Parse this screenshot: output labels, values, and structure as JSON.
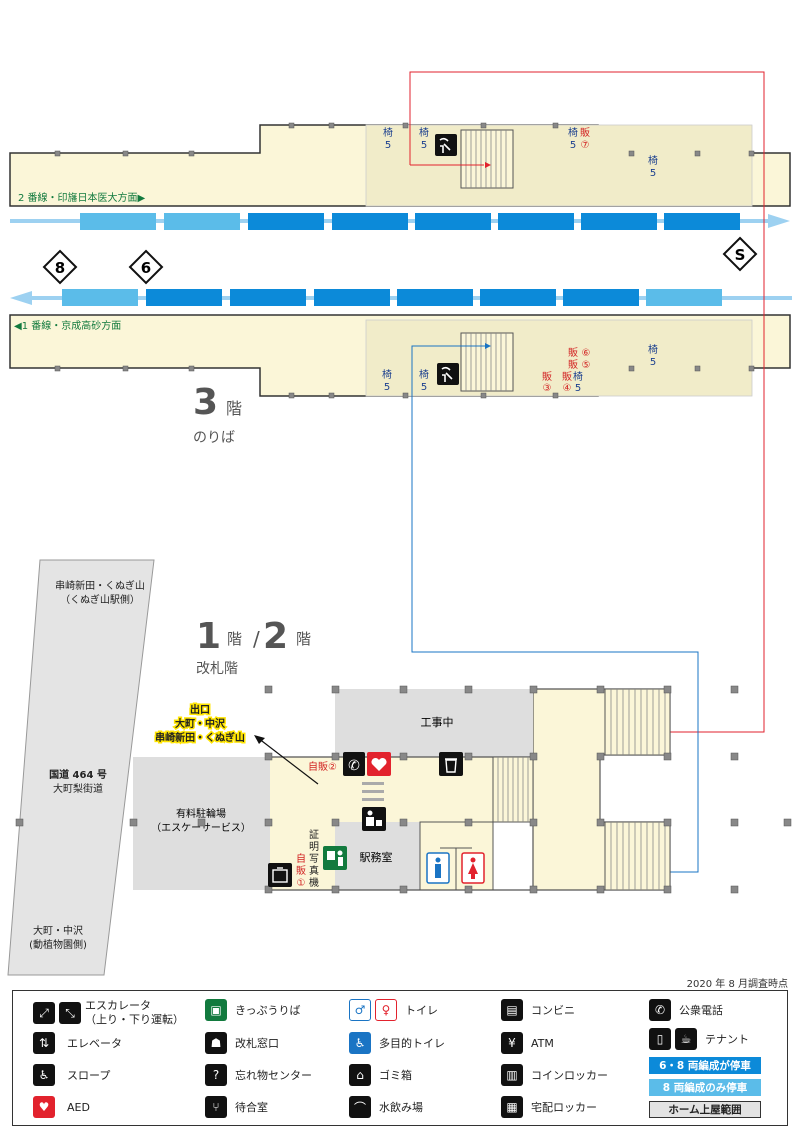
{
  "survey_note": "2020 年 8 月調査時点",
  "floor3": {
    "number": "3",
    "kai": "階",
    "name": "のりば",
    "platform_top_label": "2 番線・印旛日本医大方面▶",
    "platform_bottom_label": "◀1 番線・京成高砂方面",
    "car_stop_8": "8",
    "car_stop_6": "6",
    "car_stop_s": "S",
    "bench_char": "椅",
    "bench_num": "5",
    "vend_char": "販",
    "vend_7": "⑦",
    "vend_6": "⑥",
    "vend_5": "⑤",
    "vend_3": "③",
    "vend_4": "④"
  },
  "floor12": {
    "num1": "1",
    "kai": "階",
    "slash": "/",
    "num2": "2",
    "name": "改札階",
    "construction": "工事中",
    "station_office": "駅務室",
    "parking_line1": "有料駐輪場",
    "parking_line2": "（エスケーサービス）",
    "road_north_line1": "串崎新田・くぬぎ山",
    "road_north_line2": "（くぬぎ山駅側）",
    "road_name_line1": "国道 464 号",
    "road_name_line2": "大町梨街道",
    "road_south_line1": "大町・中沢",
    "road_south_line2": "(動植物園側)",
    "exit_line1": "出口",
    "exit_line2": "大町・中沢",
    "exit_line3": "串崎新田・くぬぎ山",
    "vend_2": "自販②",
    "photo_booth": "証明写真機",
    "vend_1_line1": "自",
    "vend_1_line2": "販",
    "vend_1_line3": "①"
  },
  "legend": {
    "items": [
      {
        "label": "エスカレータ\n（上り・下り運転）",
        "icon": "escalator-icon"
      },
      {
        "label": "きっぷうりば",
        "icon": "ticket-machine-icon"
      },
      {
        "label": "トイレ",
        "icon": "toilet-icon"
      },
      {
        "label": "コンビニ",
        "icon": "convenience-store-icon"
      },
      {
        "label": "公衆電話",
        "icon": "public-phone-icon"
      },
      {
        "label": "エレベータ",
        "icon": "elevator-icon"
      },
      {
        "label": "改札窓口",
        "icon": "ticket-gate-window-icon"
      },
      {
        "label": "多目的トイレ",
        "icon": "accessible-toilet-icon"
      },
      {
        "label": "ATM",
        "icon": "atm-icon"
      },
      {
        "label": "テナント",
        "icon": "tenant-icon"
      },
      {
        "label": "スロープ",
        "icon": "slope-icon"
      },
      {
        "label": "忘れ物センター",
        "icon": "lost-property-icon"
      },
      {
        "label": "ゴミ箱",
        "icon": "trash-can-icon"
      },
      {
        "label": "コインロッカー",
        "icon": "coin-locker-icon"
      },
      {
        "label": "AED",
        "icon": "aed-icon"
      },
      {
        "label": "待合室",
        "icon": "waiting-room-icon"
      },
      {
        "label": "水飲み場",
        "icon": "drinking-fountain-icon"
      },
      {
        "label": "宅配ロッカー",
        "icon": "delivery-locker-icon"
      }
    ],
    "chip_6_8": "6・8 両編成が停車",
    "chip_8_only": "8 両編成のみ停車",
    "chip_roof": "ホーム上屋範囲"
  },
  "colors": {
    "platform_fill": "#fbf6d8",
    "roof_fill": "#f3edca",
    "car_dark": "#0c8ad9",
    "car_light": "#5bbce9",
    "red_route": "#e2222d",
    "blue_route": "#1a74c4",
    "gray_area": "#dedede",
    "vending_red": "#d22222",
    "bench_blue": "#1b3f8f"
  }
}
